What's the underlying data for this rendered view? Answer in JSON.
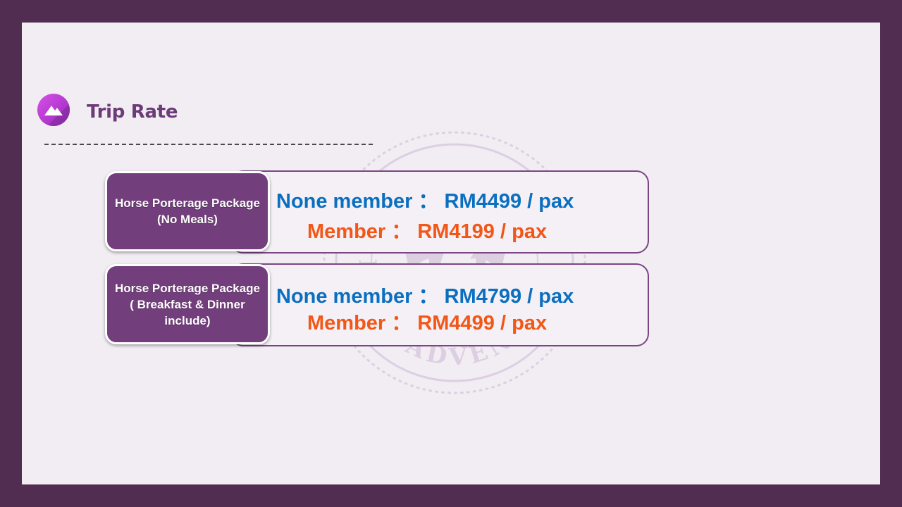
{
  "title": "Trip Rate",
  "icons": {
    "header": "mountain-icon"
  },
  "colors": {
    "frame": "#512e51",
    "slide": "#f1edf3",
    "title": "#6c3c78",
    "package_tab": "#733e7c",
    "non_member_price": "#0b6fc0",
    "member_price": "#f25717"
  },
  "watermark": {
    "text": "NOVA ADVENTURE"
  },
  "packages": [
    {
      "label": "Horse Porterage Package (No Meals)",
      "non_member": "None member ： RM4499 / pax",
      "member": "Member ： RM4199 / pax"
    },
    {
      "label": "Horse Porterage Package ( Breakfast & Dinner include)",
      "non_member": "None member ： RM4799 / pax",
      "member": "Member ： RM4499 / pax"
    }
  ]
}
